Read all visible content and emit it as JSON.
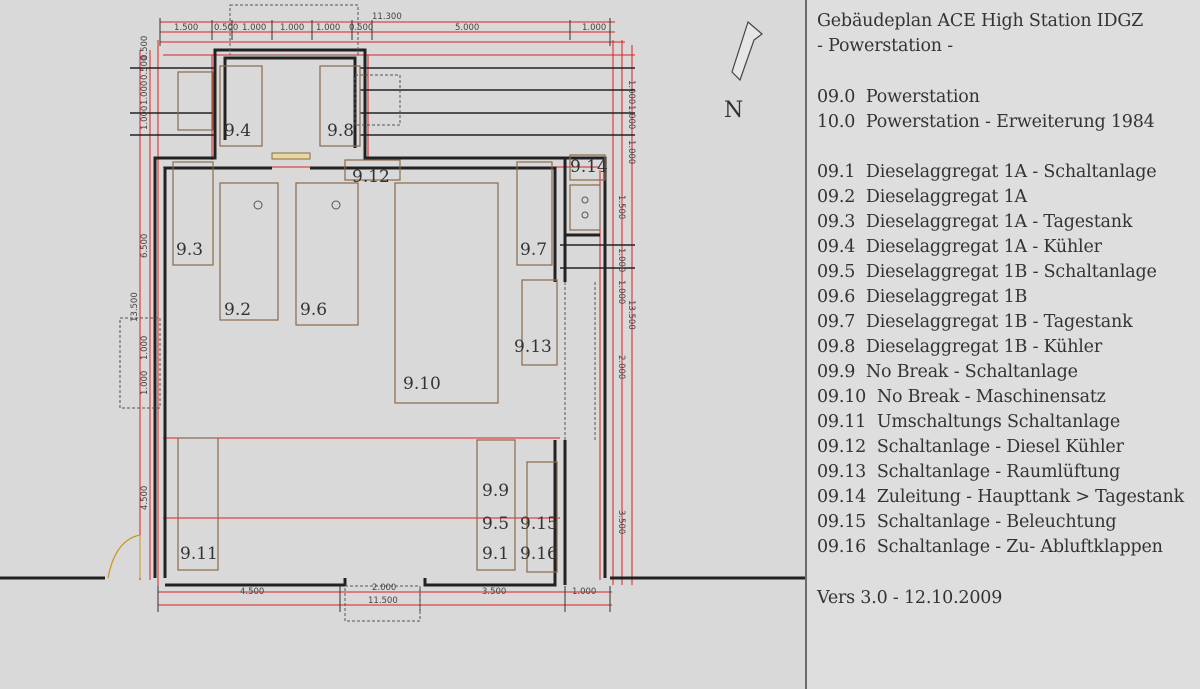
{
  "plan": {
    "north_label": "N",
    "rooms": [
      {
        "id": "9.4",
        "label": "9.4"
      },
      {
        "id": "9.8",
        "label": "9.8"
      },
      {
        "id": "9.12",
        "label": "9.12"
      },
      {
        "id": "9.14",
        "label": "9.14"
      },
      {
        "id": "9.3",
        "label": "9.3"
      },
      {
        "id": "9.2",
        "label": "9.2"
      },
      {
        "id": "9.6",
        "label": "9.6"
      },
      {
        "id": "9.7",
        "label": "9.7"
      },
      {
        "id": "9.13",
        "label": "9.13"
      },
      {
        "id": "9.10",
        "label": "9.10"
      },
      {
        "id": "9.9",
        "label": "9.9"
      },
      {
        "id": "9.5",
        "label": "9.5"
      },
      {
        "id": "9.15",
        "label": "9.15"
      },
      {
        "id": "9.1",
        "label": "9.1"
      },
      {
        "id": "9.16",
        "label": "9.16"
      },
      {
        "id": "9.11",
        "label": "9.11"
      }
    ],
    "dimensions": {
      "top_total": "11.300",
      "top_segments": [
        "1.500",
        "0.500",
        "1.000",
        "1.000",
        "1.000",
        "0.500",
        "5.000",
        "1.000"
      ],
      "bottom_segments": [
        "4.500",
        "2.000",
        "3.500",
        "1.000"
      ],
      "bottom_total": "11.500",
      "left_upper": "6.500",
      "left_total": "13.500",
      "left_lower": "4.500",
      "left_inner": [
        "1.000",
        "1.000"
      ],
      "left_top_stack": [
        "1.000",
        "1.000",
        "0.500",
        "0.500"
      ],
      "right_top_stack": [
        "1.000",
        "1.000",
        "1.000"
      ],
      "right_segments": [
        "1.500",
        "1.000",
        "1.000",
        "2.000",
        "3.500"
      ],
      "right_total": "13.500"
    }
  },
  "legend": {
    "title_line1": "Gebäudeplan ACE High Station IDGZ",
    "title_line2": "- Powerstation -",
    "sections": [
      {
        "code": "09.0",
        "text": "Powerstation"
      },
      {
        "code": "10.0",
        "text": "Powerstation - Erweiterung 1984"
      }
    ],
    "items": [
      {
        "code": "09.1",
        "text": "Dieselaggregat 1A - Schaltanlage"
      },
      {
        "code": "09.2",
        "text": "Dieselaggregat 1A"
      },
      {
        "code": "09.3",
        "text": "Dieselaggregat 1A - Tagestank"
      },
      {
        "code": "09.4",
        "text": "Dieselaggregat 1A - Kühler"
      },
      {
        "code": "09.5",
        "text": "Dieselaggregat 1B - Schaltanlage"
      },
      {
        "code": "09.6",
        "text": "Dieselaggregat 1B"
      },
      {
        "code": "09.7",
        "text": "Dieselaggregat 1B - Tagestank"
      },
      {
        "code": "09.8",
        "text": "Dieselaggregat 1B - Kühler"
      },
      {
        "code": "09.9",
        "text": "No Break - Schaltanlage"
      },
      {
        "code": "09.10",
        "text": "No Break - Maschinensatz"
      },
      {
        "code": "09.11",
        "text": "Umschaltungs Schaltanlage"
      },
      {
        "code": "09.12",
        "text": "Schaltanlage - Diesel Kühler"
      },
      {
        "code": "09.13",
        "text": "Schaltanlage - Raumlüftung"
      },
      {
        "code": "09.14",
        "text": "Zuleitung - Haupttank > Tagestank"
      },
      {
        "code": "09.15",
        "text": "Schaltanlage - Beleuchtung"
      },
      {
        "code": "09.16",
        "text": "Schaltanlage - Zu- Abluftklappen"
      }
    ],
    "version": "Vers 3.0 - 12.10.2009"
  }
}
